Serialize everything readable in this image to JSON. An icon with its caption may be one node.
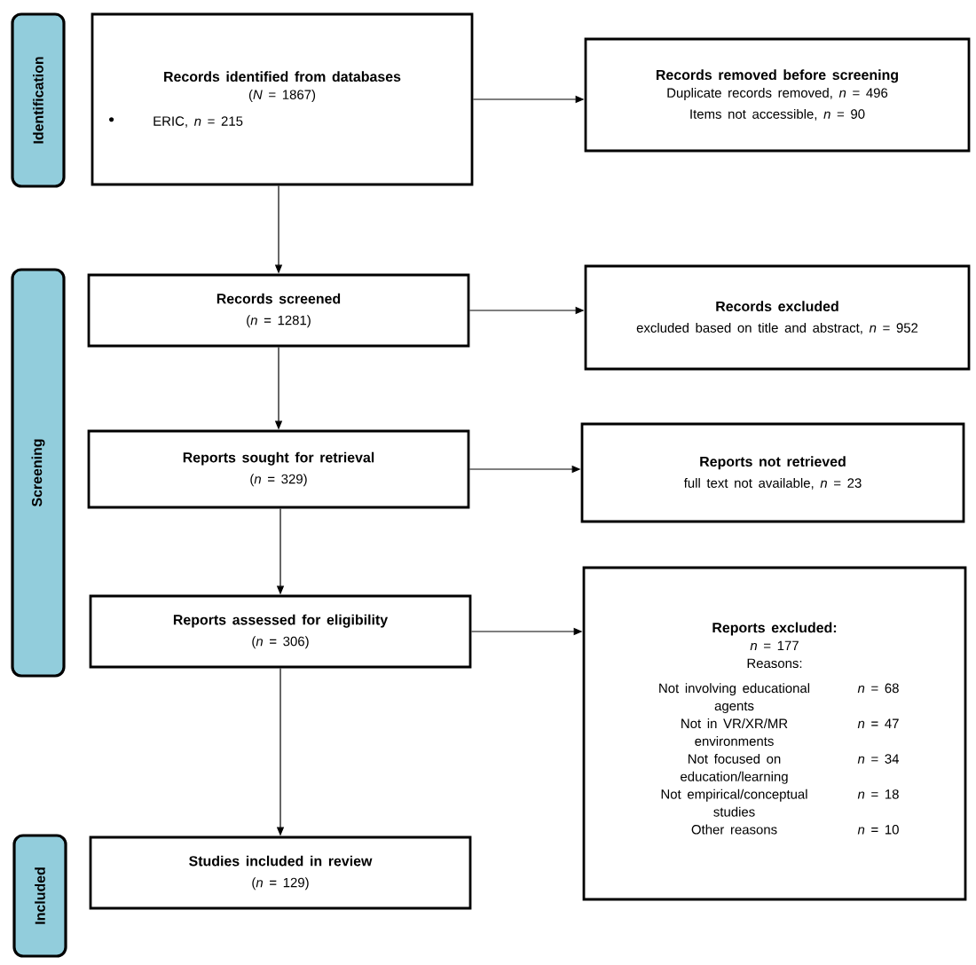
{
  "diagram": {
    "nodes": [
      {
        "text": [
          "Identification"
        ]
      },
      {
        "text": [
          "Screening"
        ]
      },
      {
        "text": [
          "Included"
        ]
      },
      {
        "text": [
          "Records identified from databases",
          "(*N* = 1867)",
          "ERIC, *n* = 215"
        ]
      },
      {
        "text": [
          "Records removed before screening",
          "Duplicate records removed, *n* = 496",
          "Items not accessible, *n* = 90"
        ]
      },
      {
        "text": [
          "Records screened",
          "(*n* = 1281)"
        ]
      },
      {
        "text": [
          "Records excluded",
          "excluded based on title and abstract, *n* = 952"
        ]
      },
      {
        "text": [
          "Reports sought for retrieval",
          "(*n* = 329)"
        ]
      },
      {
        "text": [
          "Reports not retrieved",
          "full text not available, *n* = 23"
        ]
      },
      {
        "text": [
          "Reports assessed for eligibility",
          "(*n* = 306)"
        ]
      },
      {
        "text": [
          "Reports excluded:",
          "*n* = 177",
          "Reasons:",
          "Not involving educational agents",
          "*n* = 68",
          "Not in VR/XR/MR environments",
          "*n* = 47",
          "Not focused on education/learning",
          "*n* = 34",
          "Not empirical/conceptual studies",
          "*n* = 18",
          "Other reasons",
          "*n* = 10"
        ]
      },
      {
        "text": [
          "Studies included in review",
          "(*n* = 129)"
        ]
      }
    ],
    "edges": [
      {
        "from": 3,
        "to": 4,
        "arrow": "to"
      },
      {
        "from": 3,
        "to": 5,
        "arrow": "to"
      },
      {
        "from": 5,
        "to": 6,
        "arrow": "to"
      },
      {
        "from": 5,
        "to": 7,
        "arrow": "to"
      },
      {
        "from": 7,
        "to": 8,
        "arrow": "to"
      },
      {
        "from": 7,
        "to": 9,
        "arrow": "to"
      },
      {
        "from": 9,
        "to": 10,
        "arrow": "to"
      },
      {
        "from": 9,
        "to": 11,
        "arrow": "to"
      }
    ]
  }
}
